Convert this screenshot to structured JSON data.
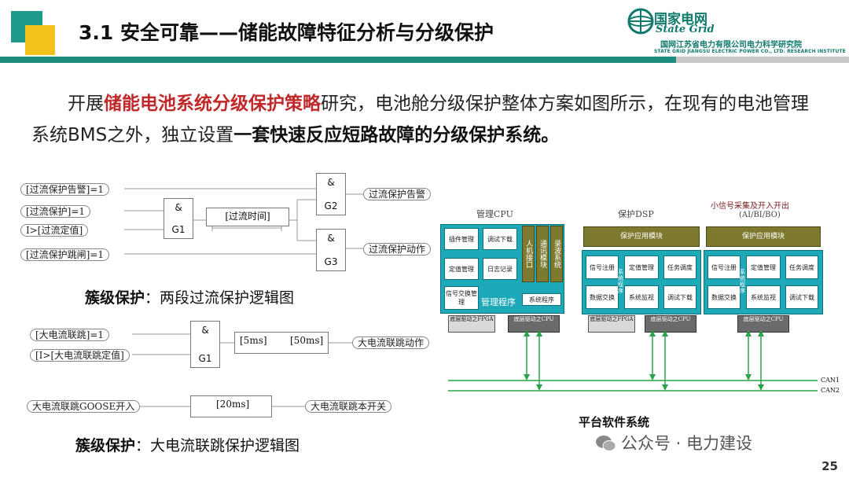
{
  "header": {
    "title": "3.1 安全可靠——储能故障特征分析与分级保护",
    "brand_cn": "国家电网",
    "brand_en": "State Grid",
    "brand_sub": "国网江苏省电力有限公司电力科学研究院",
    "brand_sub_en": "STATE GRID JIANGSU ELECTRIC POWER CO., LTD. RESEARCH INSTITUTE"
  },
  "intro": {
    "p1": "开展",
    "p1_red": "储能电池系统分级保护策略",
    "p1_rest": "研究，电池舱分级保护整体方案如图所示，在现有的电池管理系统BMS之外，独立设置",
    "p1_bold": "一套快速反应短路故障的分级保护系统。"
  },
  "diagram1": {
    "inputs": [
      "[过流保护告警]=1",
      "[过流保护]=1",
      "I>[过流定值]",
      "[过流保护跳闸]=1"
    ],
    "gate_and": "&",
    "g1": "G1",
    "g2": "G2",
    "g3": "G3",
    "timer": "[过流时间]",
    "out1": "过流保护告警",
    "out2": "过流保护动作",
    "caption_bold": "簇级保护",
    "caption_rest": "：两段过流保护逻辑图"
  },
  "diagram2": {
    "inputs": [
      "[大电流联跳]=1",
      "[I>[大电流联跳定值]"
    ],
    "gate_and": "&",
    "g1": "G1",
    "timer_a": "[5ms]",
    "timer_b": "[50ms]",
    "out1": "大电流联跳动作",
    "in_goose": "大电流联跳GOOSE开入",
    "timer_c": "[20ms]",
    "out2": "大电流联跳本开关",
    "caption_bold": "簇级保护",
    "caption_rest": "：大电流联跳保护逻辑图"
  },
  "platform": {
    "label_cpu": "管理CPU",
    "label_dsp": "保护DSP",
    "label_ai": "小信号采集及开入开出",
    "label_ai2": "(AI/BI/BO)",
    "dsp_app": "保护应用模块",
    "ai_app": "保护应用模块",
    "cpu_boxes": [
      "插件管理",
      "调试下载",
      "定值管理",
      "日志记录",
      "信号交换管理"
    ],
    "cpu_v": [
      "人机接口",
      "通讯模块",
      "录波系统"
    ],
    "cpu_prog": "管理程序",
    "cpu_sys": "系统程序",
    "dsp_boxes": [
      "信号注册",
      "定值管理",
      "任务调度",
      "数据交换",
      "系统监视",
      "调试下载"
    ],
    "dsp_mid": "系统程序",
    "ai_boxes": [
      "信号注册",
      "定值管理",
      "任务调度",
      "数据交换",
      "系统监视",
      "调试下载"
    ],
    "ai_mid": "系统程序",
    "drv_fpga": "底层驱动之FPGA",
    "drv_cpu": "底层驱动之CPU",
    "can1": "CAN1",
    "can2": "CAN2",
    "title": "平台软件系统"
  },
  "watermark": "公众号 · 电力建设",
  "page_number": "25"
}
